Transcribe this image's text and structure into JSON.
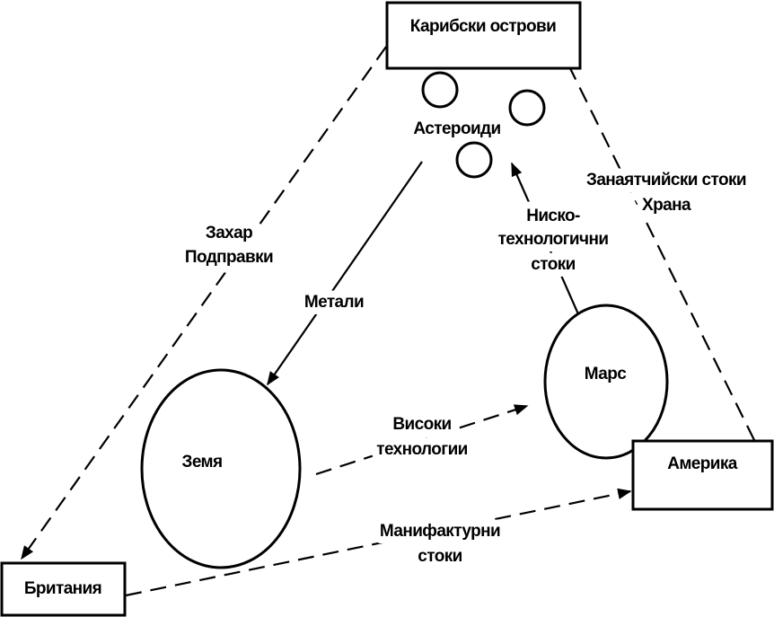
{
  "nodes": {
    "caribbean": "Карибски острови",
    "asteroids": "Астероиди",
    "earth": "Земя",
    "mars": "Марс",
    "america": "Америка",
    "britain": "Британия"
  },
  "flows": {
    "sugar_line1": "Захар",
    "sugar_line2": "Подправки",
    "crafts_line1": "Занаятчийски стоки",
    "crafts_line2": "Храна",
    "metals": "Метали",
    "lowtech_line1": "Ниско-",
    "lowtech_line2": "технологични",
    "lowtech_line3": "стоки",
    "hightech_line1": "Високи",
    "hightech_line2": "технологии",
    "manuf_line1": "Манифактурни",
    "manuf_line2": "стоки"
  }
}
